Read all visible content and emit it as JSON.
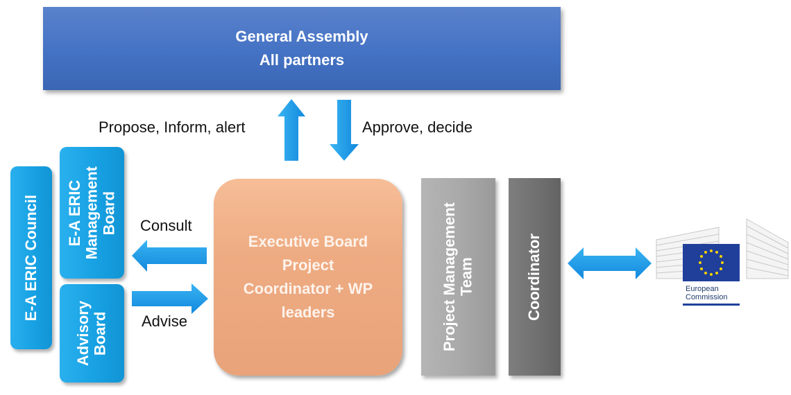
{
  "general_assembly": {
    "line1": "General Assembly",
    "line2": "All partners"
  },
  "executive_board": {
    "line1": "Executive Board",
    "line2": "Project",
    "line3": "Coordinator + WP",
    "line4": "leaders"
  },
  "council": {
    "label": "E-A ERIC Council"
  },
  "management_board": {
    "line1": "E-A ERIC",
    "line2": "Management",
    "line3": "Board"
  },
  "advisory_board": {
    "line1": "Advisory",
    "line2": "Board"
  },
  "project_management_team": {
    "line1": "Project Management",
    "line2": "Team"
  },
  "coordinator": {
    "label": "Coordinator"
  },
  "arrow_labels": {
    "propose": "Propose, Inform, alert",
    "approve": "Approve, decide",
    "consult": "Consult",
    "advise": "Advise"
  },
  "logo": {
    "line1": "European",
    "line2": "Commission"
  },
  "colors": {
    "assembly": "#4472c4",
    "executive": "#eeab82",
    "cyan": "#16a0e2",
    "arrow": "#1e9be8",
    "pm_team": "#a7a7a7",
    "coordinator": "#6f6f6f"
  }
}
